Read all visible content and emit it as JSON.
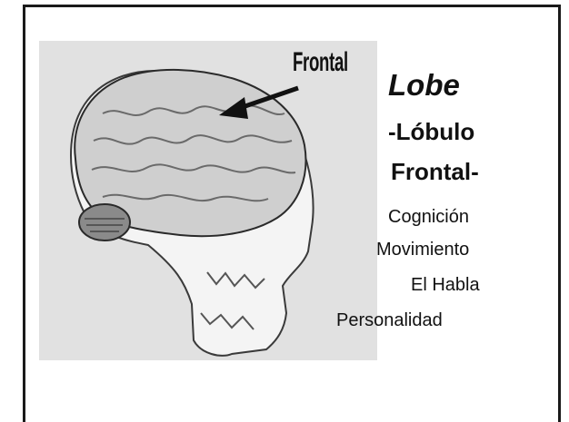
{
  "diagram": {
    "pointer_label": "Frontal",
    "title": "Lobe",
    "spanish_title_line1": "-Lóbulo",
    "spanish_title_line2": "Frontal-",
    "functions": [
      "Cognición",
      "Movimiento",
      "El Habla",
      "Personalidad"
    ]
  },
  "colors": {
    "frame": "#1a1a1a",
    "figure_background": "#e1e1e1",
    "text": "#111111"
  },
  "icons": {
    "illustration": "skull-with-brain-illustration",
    "pointer": "arrow-left-icon"
  }
}
